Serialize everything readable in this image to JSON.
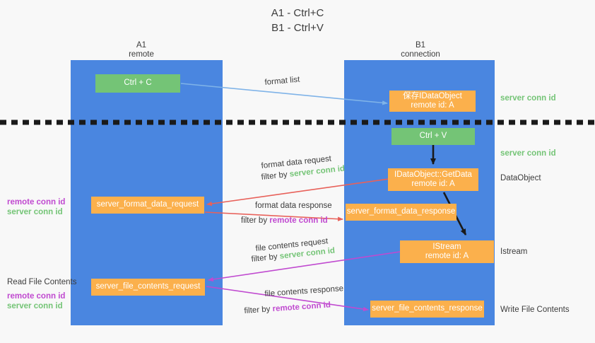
{
  "title": {
    "line1": "A1 - Ctrl+C",
    "line2": "B1 - Ctrl+V"
  },
  "columns": [
    {
      "name": "A1",
      "sub": "remote"
    },
    {
      "name": "B1",
      "sub": "connection"
    }
  ],
  "colors": {
    "lane": "#4a86e0",
    "green_box": "#74c476",
    "orange_box": "#fbb04c",
    "server_conn_id": "#74c476",
    "remote_conn_id": "#c04ad0",
    "arrow_blue": "#7fb3e8",
    "arrow_red": "#e8615a",
    "arrow_purple": "#c04ad0",
    "arrow_black": "#1a1a1a",
    "background": "#f8f8f8"
  },
  "boxes": {
    "ctrl_c": "Ctrl + C",
    "ctrl_v": "Ctrl + V",
    "save_idataobject_l1": "保存IDataObject",
    "save_idataobject_l2": "remote id: A",
    "getdata_l1": "IDataObject::GetData",
    "getdata_l2": "remote id: A",
    "istream_l1": "IStream",
    "istream_l2": "remote id: A",
    "server_format_data_request": "server_format_data_request",
    "server_format_data_response": "server_format_data_response",
    "server_file_contents_request": "server_file_contents_request",
    "server_file_contents_response": "server_file_contents_response"
  },
  "annotations": {
    "format_list": "format list",
    "format_data_request": "format data request",
    "format_data_response": "format data response",
    "file_contents_request": "file contents request",
    "file_contents_response": "file contents response",
    "filter_by": "filter by ",
    "server_conn_id": "server conn id",
    "remote_conn_id": "remote conn id"
  },
  "right_labels": {
    "server_conn_id_top": "server conn id",
    "server_conn_id_mid": "server conn id",
    "dataobject": "DataObject",
    "istream": "Istream",
    "write_file_contents": "Write File Contents"
  },
  "left_labels": {
    "remote_conn_id_mid": "remote conn id",
    "server_conn_id_mid": "server conn id",
    "read_file_contents": "Read File Contents",
    "remote_conn_id_low": "remote conn id",
    "server_conn_id_low": "server conn id"
  }
}
